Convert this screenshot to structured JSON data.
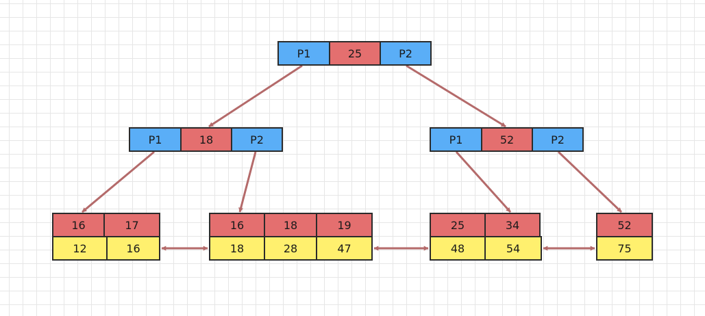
{
  "colors": {
    "pointer": "#5aaef7",
    "key": "#e46f6f",
    "data": "#fff06e",
    "border": "#2b2b2b",
    "edge": "#b46a6a"
  },
  "tree": {
    "root": {
      "cells": [
        "P1",
        "25",
        "P2"
      ]
    },
    "internal_left": {
      "cells": [
        "P1",
        "18",
        "P2"
      ]
    },
    "internal_right": {
      "cells": [
        "P1",
        "52",
        "P2"
      ]
    },
    "leaves": [
      {
        "keys": [
          "16",
          "17"
        ],
        "data": [
          "12",
          "16"
        ]
      },
      {
        "keys": [
          "16",
          "18",
          "19"
        ],
        "data": [
          "18",
          "28",
          "47"
        ]
      },
      {
        "keys": [
          "25",
          "34"
        ],
        "data": [
          "48",
          "54"
        ]
      },
      {
        "keys": [
          "52"
        ],
        "data": [
          "75"
        ]
      }
    ]
  }
}
